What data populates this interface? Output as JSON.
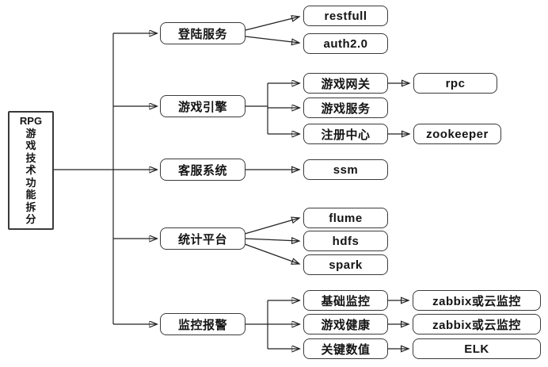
{
  "diagram": {
    "title": "RPG游戏技术功能拆分",
    "colors": {
      "background": "#ffffff",
      "line": "#222222",
      "box_border": "#3a3a3a",
      "text": "#141414"
    },
    "root": {
      "label": "RPG\n游\n戏\n技\n术\n功\n能\n拆\n分"
    },
    "branches": [
      {
        "label": "登陆服务",
        "children": [
          {
            "label": "restfull"
          },
          {
            "label": "auth2.0"
          }
        ]
      },
      {
        "label": "游戏引擎",
        "children": [
          {
            "label": "游戏网关",
            "children": [
              {
                "label": "rpc"
              }
            ]
          },
          {
            "label": "游戏服务"
          },
          {
            "label": "注册中心",
            "children": [
              {
                "label": "zookeeper"
              }
            ]
          }
        ]
      },
      {
        "label": "客服系统",
        "children": [
          {
            "label": "ssm"
          }
        ]
      },
      {
        "label": "统计平台",
        "children": [
          {
            "label": "flume"
          },
          {
            "label": "hdfs"
          },
          {
            "label": "spark"
          }
        ]
      },
      {
        "label": "监控报警",
        "children": [
          {
            "label": "基础监控",
            "children": [
              {
                "label": "zabbix或云监控"
              }
            ]
          },
          {
            "label": "游戏健康",
            "children": [
              {
                "label": "zabbix或云监控"
              }
            ]
          },
          {
            "label": "关键数值",
            "children": [
              {
                "label": "ELK"
              }
            ]
          }
        ]
      }
    ]
  }
}
